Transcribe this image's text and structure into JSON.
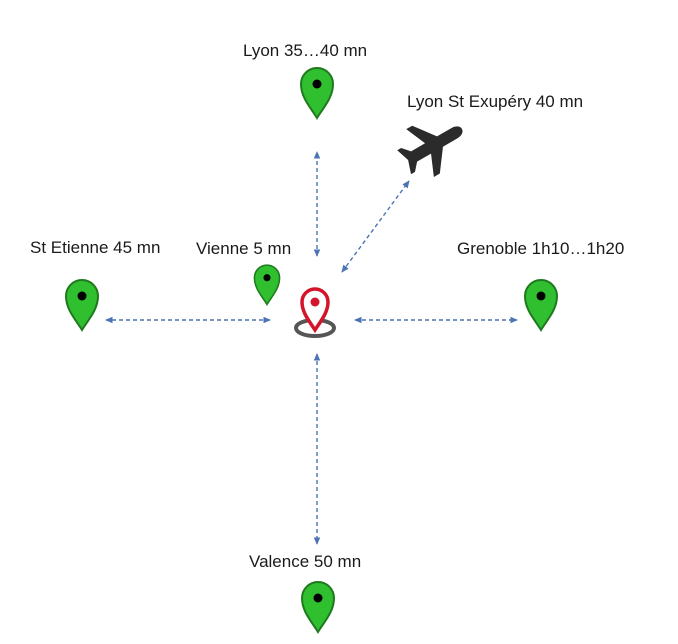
{
  "destinations": {
    "lyon": {
      "label": "Lyon 35…40 mn"
    },
    "airport": {
      "label": "Lyon St Exupéry 40 mn"
    },
    "st_etienne": {
      "label": "St Etienne 45 mn"
    },
    "vienne": {
      "label": "Vienne 5 mn"
    },
    "grenoble": {
      "label": "Grenoble 1h10…1h20"
    },
    "valence": {
      "label": "Valence 50 mn"
    }
  },
  "colors": {
    "pin_green": "#2fbf2f",
    "pin_green_border": "#1f7a1f",
    "origin_red": "#d4142a",
    "arrow_blue": "#4a74b4",
    "plane": "#2b2b2b"
  },
  "icons": {
    "destination_marker": "map-pin-icon",
    "origin_marker": "location-origin-icon",
    "airport": "airplane-icon"
  }
}
